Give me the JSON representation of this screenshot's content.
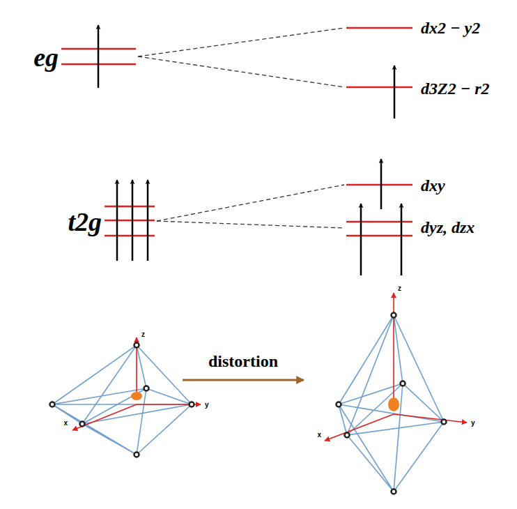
{
  "diagram": {
    "labels": [
      "eg",
      "t2g",
      "dx2 − y2",
      "d3Z2 − r2",
      "dxy",
      "dyz, dzx",
      "distortion",
      "z",
      "y",
      "x",
      "z",
      "y",
      "x"
    ]
  }
}
